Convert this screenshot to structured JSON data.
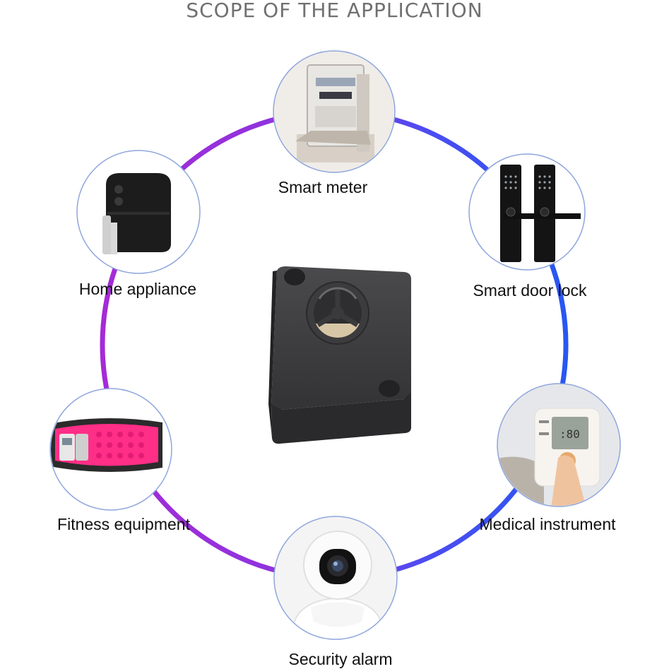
{
  "title": "SCOPE OF THE APPLICATION",
  "applications": [
    {
      "name": "smart-meter",
      "label": "Smart meter",
      "icon": "electricity-meter-icon"
    },
    {
      "name": "smart-door-lock",
      "label": "Smart door lock",
      "icon": "door-lock-icon"
    },
    {
      "name": "medical-instrument",
      "label": "Medical instrument",
      "icon": "blood-pressure-monitor-icon"
    },
    {
      "name": "security-alarm",
      "label": "Security alarm",
      "icon": "security-camera-icon"
    },
    {
      "name": "fitness-equipment",
      "label": "Fitness equipment",
      "icon": "fitness-belt-icon"
    },
    {
      "name": "home-appliance",
      "label": "Home appliance",
      "icon": "air-fryer-icon"
    }
  ],
  "center_product": "buzzer-icon",
  "colors": {
    "ring_purple": "#a12ad6",
    "ring_blue": "#2f55f0",
    "bubble_border": "#8fa6dd",
    "product": "#3a3a3c"
  }
}
